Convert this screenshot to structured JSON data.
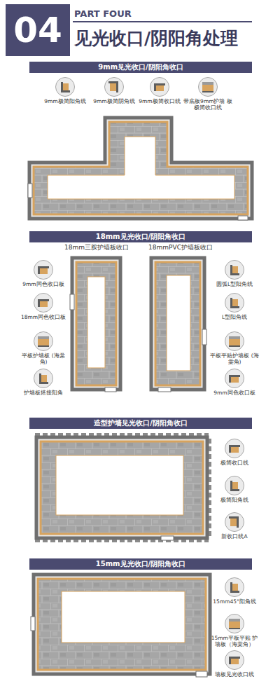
{
  "diagram": {
    "title": "见光收口/阴阳角处理",
    "nodes": [
      {
        "text": [
          "9mm见光收口/阴阳角收口"
        ]
      },
      {
        "text": [
          "9mm极简阳角线"
        ]
      },
      {
        "text": [
          "9mm极简阴角线"
        ]
      },
      {
        "text": [
          "9mm极简收口线"
        ]
      },
      {
        "text": [
          "带底板9mm护墙 板极简收口线"
        ]
      },
      {
        "text": [
          "18mm见光收口/阴阳角收口"
        ]
      },
      {
        "text": [
          "9mm同色收口板"
        ]
      },
      {
        "text": [
          "圆弧L型阳角线"
        ]
      },
      {
        "text": [
          "18mm同色收口板"
        ]
      },
      {
        "text": [
          "L型阳角线"
        ]
      },
      {
        "text": [
          "平板护墙板 (海棠角)"
        ]
      },
      {
        "text": [
          "平板平贴护墙板 (海棠角)"
        ]
      },
      {
        "text": [
          "护墙板搭接阳角"
        ]
      },
      {
        "text": [
          "9mm同色收口板"
        ]
      },
      {
        "text": [
          "造型护墙见光收口/阴阳角收口"
        ]
      },
      {
        "text": [
          "极简收口线"
        ]
      },
      {
        "text": [
          "极简阳角线"
        ]
      },
      {
        "text": [
          "新收口线A"
        ]
      },
      {
        "text": [
          "15mm见光收口/阴阳角收口"
        ]
      },
      {
        "text": [
          "15mm45°阳角线"
        ]
      },
      {
        "text": [
          "15mm平板平贴 护墙板（海棠角）"
        ]
      },
      {
        "text": [
          "墙板见光收口线"
        ]
      }
    ],
    "labels": [
      "04",
      "PART FOUR",
      "18mm三胺护墙板收口",
      "18mmPVC护墙板收口"
    ]
  }
}
